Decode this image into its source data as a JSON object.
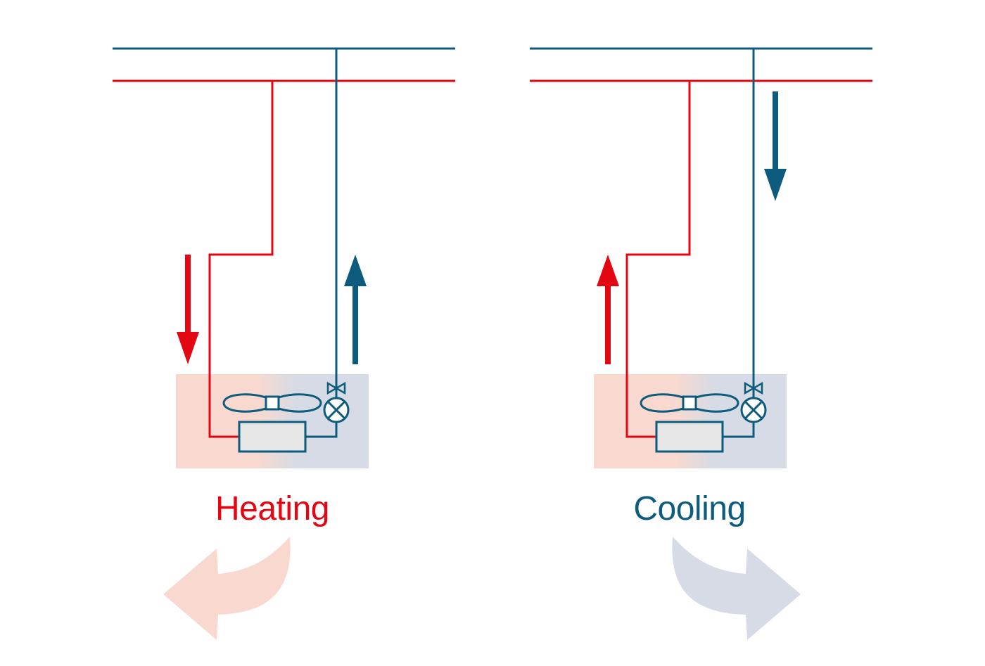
{
  "colors": {
    "hot": "#e30613",
    "cold": "#0d5c7d",
    "hot_tint": "#f9d9cf",
    "cold_tint": "#d6dbe5",
    "unit_box": "#e6e6e6"
  },
  "panels": [
    {
      "id": "heating",
      "label": "Heating",
      "label_color": "#e30613",
      "hot_line_flow": "down",
      "cold_line_flow": "up",
      "air_direction": "left"
    },
    {
      "id": "cooling",
      "label": "Cooling",
      "label_color": "#0d5c7d",
      "hot_line_flow": "up",
      "cold_line_flow": "down",
      "air_direction": "right"
    }
  ],
  "icons": [
    "fan-icon",
    "expansion-valve-icon",
    "shutoff-valve-icon",
    "heat-exchanger-icon"
  ]
}
